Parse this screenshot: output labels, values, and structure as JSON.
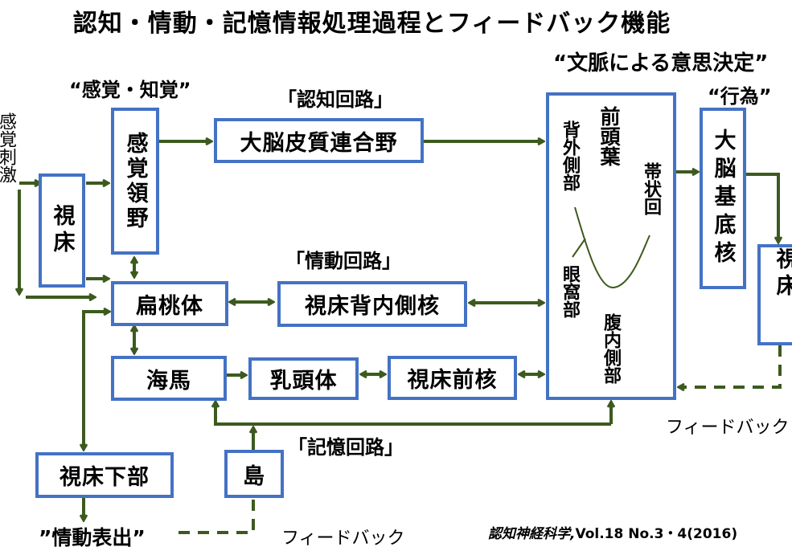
{
  "title": "認知・情動・記憶情報処理過程とフィードバック機能",
  "labels": {
    "sensation": "“感覚・知覚”",
    "stimulus": "感覚刺激",
    "cognitive_circuit": "「認知回路」",
    "emotion_circuit": "「情動回路」",
    "memory_circuit": "「記憶回路」",
    "context_decision": "“文脈による意思決定”",
    "action": "“行為”",
    "emotion_expression": "”情動表出”",
    "feedback_bottom": "フィードバック",
    "feedback_right": "フィードバック"
  },
  "boxes": {
    "thalamus_left": "視床",
    "sensory_area": "感覚領野",
    "association_cortex": "大脳皮質連合野",
    "amygdala": "扁桃体",
    "md_thalamus": "視床背内側核",
    "hippocampus": "海馬",
    "mammillary": "乳頭体",
    "anterior_thalamus": "視床前核",
    "hypothalamus": "視床下部",
    "insula": "島",
    "basal_ganglia": "大脳基底核",
    "thalamus_right": "視床"
  },
  "frontal_lobe": {
    "title": "前頭葉",
    "dorsolateral": "背外側部",
    "cingulate": "帯状回",
    "orbital": "眼窩部",
    "ventromedial": "腹内側部"
  },
  "citation": {
    "journal": "認知神経科学,",
    "volume": "Vol.18 No.3・4(2016)"
  },
  "colors": {
    "box_border": "#4472C4",
    "arrow": "#3C5A1E",
    "text": "#000000"
  }
}
